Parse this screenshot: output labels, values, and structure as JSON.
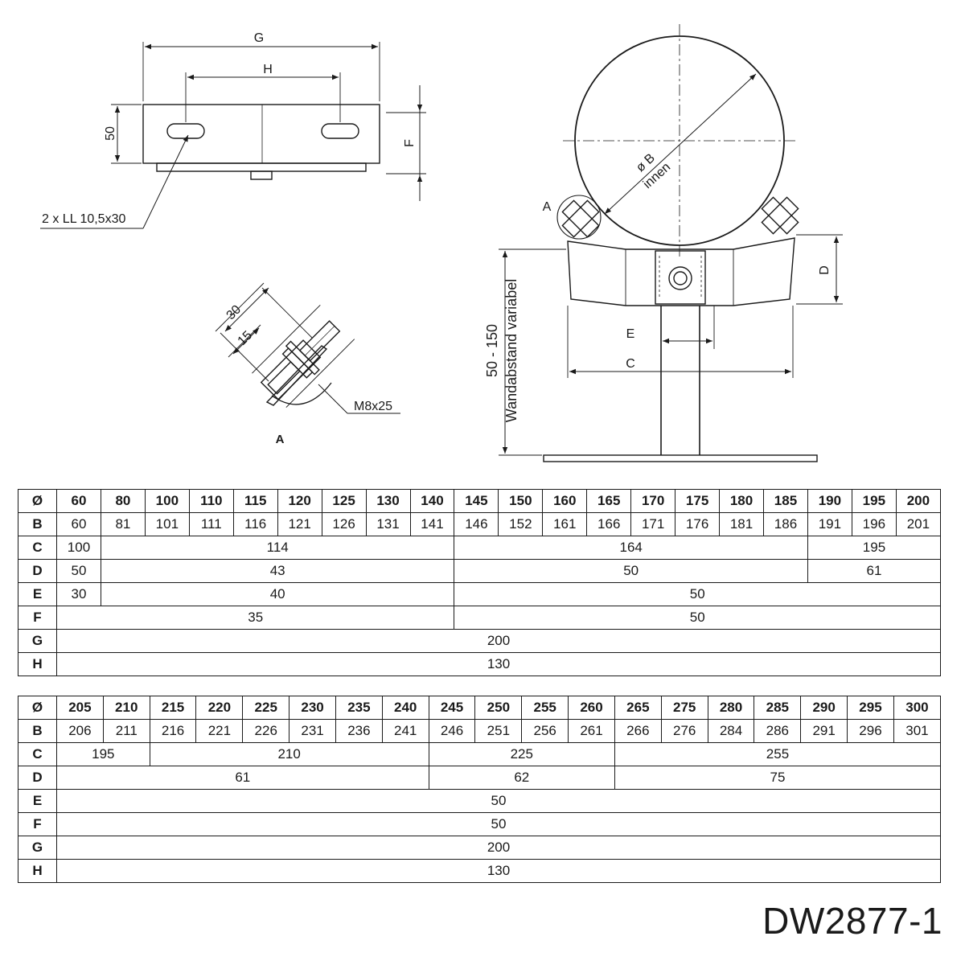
{
  "drawing": {
    "labels": {
      "G": "G",
      "H": "H",
      "F": "F",
      "height_50": "50",
      "slots": "2 x LL 10,5x30",
      "dim_30": "30",
      "dim_15": "15",
      "bolt": "M8x25",
      "detail_A": "A",
      "detail_callout": "A",
      "diameter": "ø B",
      "diameter_note": "innen",
      "D": "D",
      "E": "E",
      "C": "C",
      "wall_range": "50 - 150",
      "wall_note": "Wandabstand variabel"
    }
  },
  "table1": {
    "diameters": [
      "60",
      "80",
      "100",
      "110",
      "115",
      "120",
      "125",
      "130",
      "140",
      "145",
      "150",
      "160",
      "165",
      "170",
      "175",
      "180",
      "185",
      "190",
      "195",
      "200"
    ],
    "B": [
      "60",
      "81",
      "101",
      "111",
      "116",
      "121",
      "126",
      "131",
      "141",
      "146",
      "152",
      "161",
      "166",
      "171",
      "176",
      "181",
      "186",
      "191",
      "196",
      "201"
    ],
    "rows": [
      {
        "label": "C",
        "cells": [
          {
            "v": "100",
            "span": 1
          },
          {
            "v": "114",
            "span": 8
          },
          {
            "v": "164",
            "span": 8
          },
          {
            "v": "195",
            "span": 3
          }
        ]
      },
      {
        "label": "D",
        "cells": [
          {
            "v": "50",
            "span": 1
          },
          {
            "v": "43",
            "span": 8
          },
          {
            "v": "50",
            "span": 8
          },
          {
            "v": "61",
            "span": 3
          }
        ]
      },
      {
        "label": "E",
        "cells": [
          {
            "v": "30",
            "span": 1
          },
          {
            "v": "40",
            "span": 8
          },
          {
            "v": "50",
            "span": 11
          }
        ]
      },
      {
        "label": "F",
        "cells": [
          {
            "v": "35",
            "span": 9
          },
          {
            "v": "50",
            "span": 11
          }
        ]
      },
      {
        "label": "G",
        "cells": [
          {
            "v": "200",
            "span": 20
          }
        ]
      },
      {
        "label": "H",
        "cells": [
          {
            "v": "130",
            "span": 20
          }
        ]
      }
    ]
  },
  "table2": {
    "diameters": [
      "205",
      "210",
      "215",
      "220",
      "225",
      "230",
      "235",
      "240",
      "245",
      "250",
      "255",
      "260",
      "265",
      "275",
      "280",
      "285",
      "290",
      "295",
      "300"
    ],
    "B": [
      "206",
      "211",
      "216",
      "221",
      "226",
      "231",
      "236",
      "241",
      "246",
      "251",
      "256",
      "261",
      "266",
      "276",
      "284",
      "286",
      "291",
      "296",
      "301"
    ],
    "rows": [
      {
        "label": "C",
        "cells": [
          {
            "v": "195",
            "span": 2
          },
          {
            "v": "210",
            "span": 6
          },
          {
            "v": "225",
            "span": 4
          },
          {
            "v": "255",
            "span": 7
          }
        ]
      },
      {
        "label": "D",
        "cells": [
          {
            "v": "61",
            "span": 8
          },
          {
            "v": "62",
            "span": 4
          },
          {
            "v": "75",
            "span": 7
          }
        ]
      },
      {
        "label": "E",
        "cells": [
          {
            "v": "50",
            "span": 19
          }
        ]
      },
      {
        "label": "F",
        "cells": [
          {
            "v": "50",
            "span": 19
          }
        ]
      },
      {
        "label": "G",
        "cells": [
          {
            "v": "200",
            "span": 19
          }
        ]
      },
      {
        "label": "H",
        "cells": [
          {
            "v": "130",
            "span": 19
          }
        ]
      }
    ]
  },
  "headers": {
    "dia": "Ø",
    "B": "B"
  },
  "drawing_code": "DW2877-1"
}
